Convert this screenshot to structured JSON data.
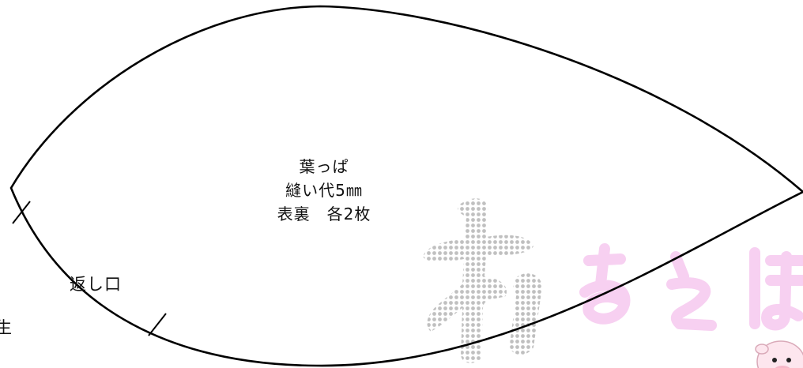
{
  "pattern": {
    "piece_name": "葉っぱ",
    "seam_allowance": "縫い代5㎜",
    "quantity": "表裏　各2枚",
    "opening_label": "返し口",
    "edge_text": "生"
  },
  "colors": {
    "outline": "#000000",
    "watermark_gray": "#8c8c8c",
    "watermark_pink": "#f6c8ef"
  },
  "icons": {
    "watermark": "cross-stitch-watermark-icon",
    "brand_watermark": "pink-brand-watermark-icon",
    "mascot": "cow-mascot-icon"
  }
}
